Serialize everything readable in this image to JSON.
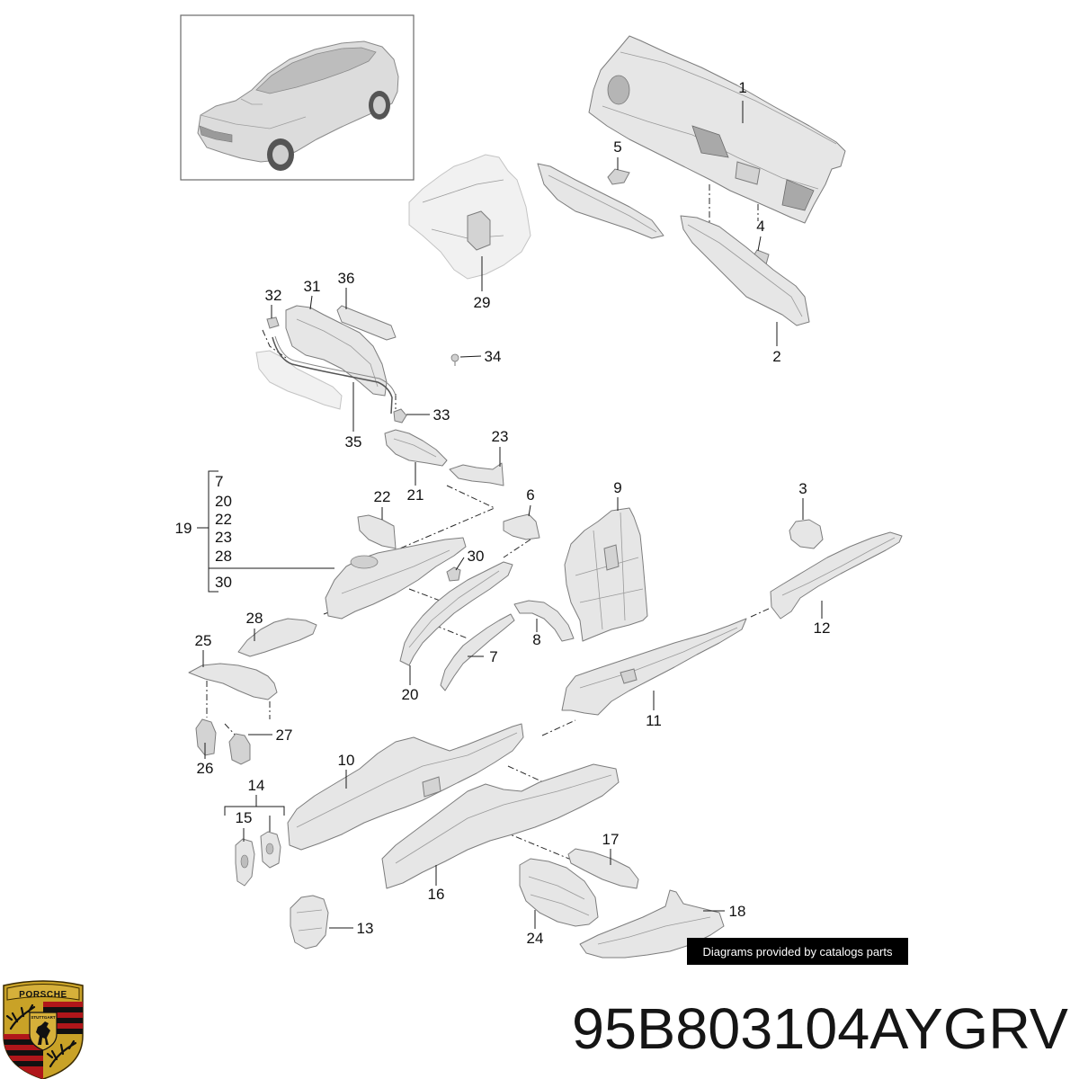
{
  "diagram": {
    "callouts": [
      "1",
      "2",
      "3",
      "4",
      "5",
      "6",
      "7",
      "8",
      "9",
      "10",
      "11",
      "12",
      "13",
      "14",
      "15",
      "16",
      "17",
      "18",
      "19",
      "20",
      "21",
      "22",
      "23",
      "24",
      "25",
      "26",
      "27",
      "28",
      "29",
      "30",
      "31",
      "32",
      "33",
      "34",
      "35",
      "36"
    ],
    "group_19": {
      "members": [
        "7",
        "20",
        "22",
        "23",
        "28",
        "30"
      ]
    }
  },
  "caption": "Diagrams provided by catalogs parts",
  "part_number": "95B803104AYGRV",
  "logo": {
    "brand": "PORSCHE",
    "city": "STUTTGART"
  },
  "colors": {
    "caption_background": "#000000",
    "caption_text": "#ffffff",
    "crest_gold": "#c9a227",
    "crest_red": "#b0161a"
  }
}
